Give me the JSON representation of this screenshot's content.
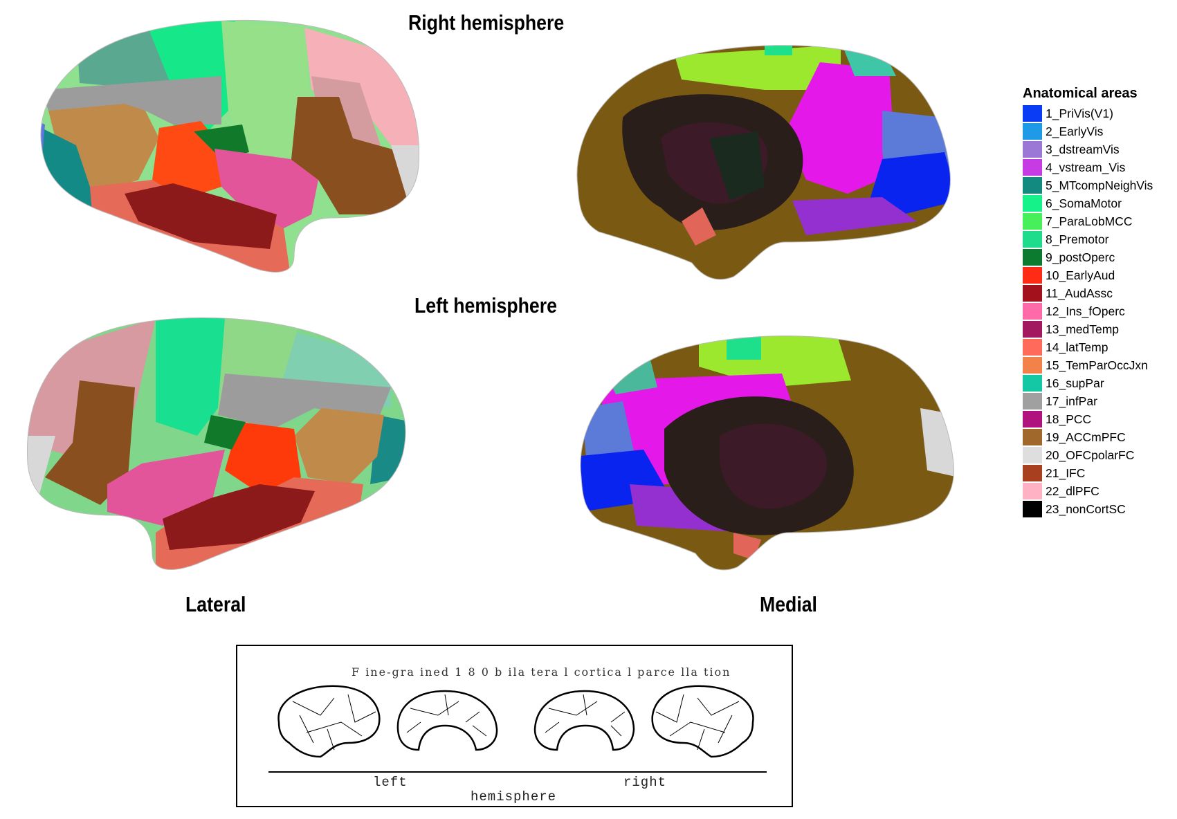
{
  "titles": {
    "right_hemisphere": "Right hemisphere",
    "left_hemisphere": "Left hemisphere",
    "lateral": "Lateral",
    "medial": "Medial"
  },
  "legend": {
    "title": "Anatomical areas",
    "items": [
      {
        "label": "1_PriVis(V1)",
        "color": "#0a3cf5"
      },
      {
        "label": "2_EarlyVis",
        "color": "#1f9ae6"
      },
      {
        "label": "3_dstreamVis",
        "color": "#9b78d6"
      },
      {
        "label": "4_vstream_Vis",
        "color": "#c63be3"
      },
      {
        "label": "5_MTcompNeighVis",
        "color": "#138a80"
      },
      {
        "label": "6_SomaMotor",
        "color": "#16f28a"
      },
      {
        "label": "7_ParaLobMCC",
        "color": "#47f05a"
      },
      {
        "label": "8_Premotor",
        "color": "#1edc8c"
      },
      {
        "label": "9_postOperc",
        "color": "#0c7a2f"
      },
      {
        "label": "10_EarlyAud",
        "color": "#ff2b14"
      },
      {
        "label": "11_AudAssc",
        "color": "#a3121c"
      },
      {
        "label": "12_Ins_fOperc",
        "color": "#ff6aa8"
      },
      {
        "label": "13_medTemp",
        "color": "#a3195f"
      },
      {
        "label": "14_latTemp",
        "color": "#ff6a5a"
      },
      {
        "label": "15_TemParOccJxn",
        "color": "#f2814a"
      },
      {
        "label": "16_supPar",
        "color": "#14c8a6"
      },
      {
        "label": "17_infPar",
        "color": "#a0a0a0"
      },
      {
        "label": "18_PCC",
        "color": "#b0127e"
      },
      {
        "label": "19_ACCmPFC",
        "color": "#a0692b"
      },
      {
        "label": "20_OFCpolarFC",
        "color": "#dedede"
      },
      {
        "label": "21_IFC",
        "color": "#a8401f"
      },
      {
        "label": "22_dlPFC",
        "color": "#ffb2c4"
      },
      {
        "label": "23_nonCortSC",
        "color": "#000000"
      }
    ]
  },
  "inset": {
    "title": "F ine-gra ined 1 8 0  b ila tera l cortica l parce lla tion",
    "left_label": "left",
    "right_label": "right",
    "axis_label": "hemisphere"
  }
}
